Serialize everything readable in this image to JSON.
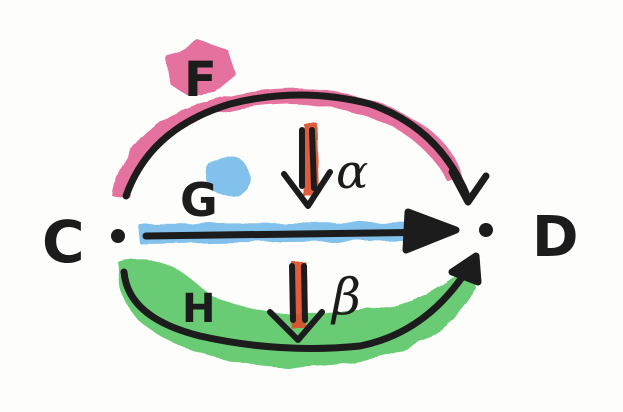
{
  "objects": {
    "source": "C",
    "target": "D"
  },
  "functors": {
    "top": "F",
    "middle": "G",
    "bottom": "H"
  },
  "transformations": {
    "upper": "α",
    "lower": "β"
  },
  "colors": {
    "top_wash": "#e0528a",
    "middle_wash": "#5aaee8",
    "bottom_wash": "#3fbf4f",
    "transformation_arrow": "#dd4b2c",
    "ink": "#1c1c1c"
  }
}
